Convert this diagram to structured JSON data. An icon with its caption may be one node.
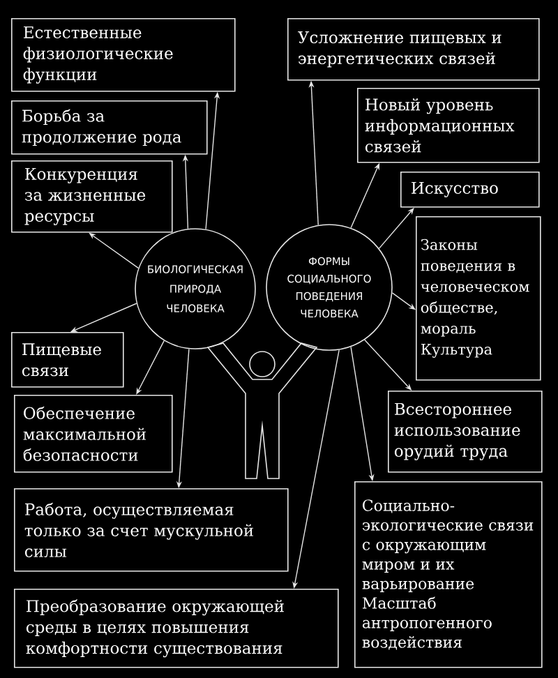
{
  "diagram": {
    "nodes": [
      {
        "text": [
          "Естественные физиологические функции"
        ]
      },
      {
        "text": [
          "Борьба за продолжение рода"
        ]
      },
      {
        "text": [
          "Конкуренция за жизненные ресурсы"
        ]
      },
      {
        "text": [
          "Пищевые связи"
        ]
      },
      {
        "text": [
          "Обеспечение максимальной безопасности"
        ]
      },
      {
        "text": [
          "Работа, осуществляемая только за счет мускульной силы"
        ]
      },
      {
        "text": [
          "Преобразование окружающей среды в целях повышения комфортности существования"
        ]
      },
      {
        "text": [
          "Усложнение пищевых и энергетических связей"
        ]
      },
      {
        "text": [
          "Новый уровень информационных связей"
        ]
      },
      {
        "text": [
          "Искусство"
        ]
      },
      {
        "text": [
          "Законы поведения в человеческом обществе, мораль",
          "Культура"
        ]
      },
      {
        "text": [
          "Всестороннее использование орудий труда"
        ]
      },
      {
        "text": [
          "Социально-экологические связи с окружающим миром и их варьирование",
          "Масштаб антропогенного воздействия"
        ]
      },
      {
        "text": [
          "БИОЛОГИЧЕСКАЯ ПРИРОДА ЧЕЛОВЕКА"
        ]
      },
      {
        "text": [
          "ФОРМЫ СОЦИАЛЬНОГО ПОВЕДЕНИЯ ЧЕЛОВЕКА"
        ]
      }
    ],
    "edges": [
      {
        "from": 13,
        "to": 0,
        "arrow": "to"
      },
      {
        "from": 13,
        "to": 1,
        "arrow": "to"
      },
      {
        "from": 13,
        "to": 2,
        "arrow": "to"
      },
      {
        "from": 13,
        "to": 3,
        "arrow": "to"
      },
      {
        "from": 13,
        "to": 4,
        "arrow": "to"
      },
      {
        "from": 13,
        "to": 5,
        "arrow": "to"
      },
      {
        "from": 14,
        "to": 6,
        "arrow": "to"
      },
      {
        "from": 14,
        "to": 7,
        "arrow": "to"
      },
      {
        "from": 14,
        "to": 8,
        "arrow": "to"
      },
      {
        "from": 14,
        "to": 9,
        "arrow": "to"
      },
      {
        "from": 14,
        "to": 10,
        "arrow": "to"
      },
      {
        "from": 14,
        "to": 11,
        "arrow": "to"
      },
      {
        "from": 14,
        "to": 12,
        "arrow": "to"
      }
    ]
  }
}
